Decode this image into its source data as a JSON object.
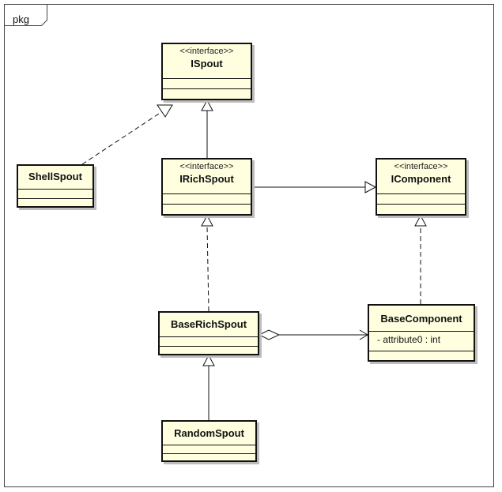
{
  "package": {
    "label": "pkg"
  },
  "classes": {
    "ispout": {
      "stereotype": "<<interface>>",
      "name": "ISpout"
    },
    "irichspout": {
      "stereotype": "<<interface>>",
      "name": "IRichSpout"
    },
    "icomponent": {
      "stereotype": "<<interface>>",
      "name": "IComponent"
    },
    "shellspout": {
      "name": "ShellSpout"
    },
    "baserichspout": {
      "name": "BaseRichSpout"
    },
    "basecomponent": {
      "name": "BaseComponent",
      "attributes": [
        "- attribute0 : int"
      ]
    },
    "randomspout": {
      "name": "RandomSpout"
    }
  },
  "relationships": [
    {
      "from": "ShellSpout",
      "to": "ISpout",
      "kind": "realization"
    },
    {
      "from": "IRichSpout",
      "to": "ISpout",
      "kind": "generalization"
    },
    {
      "from": "IRichSpout",
      "to": "IComponent",
      "kind": "generalization"
    },
    {
      "from": "BaseRichSpout",
      "to": "IRichSpout",
      "kind": "realization"
    },
    {
      "from": "BaseComponent",
      "to": "IComponent",
      "kind": "realization"
    },
    {
      "from": "BaseRichSpout",
      "to": "BaseComponent",
      "kind": "aggregation"
    },
    {
      "from": "RandomSpout",
      "to": "BaseRichSpout",
      "kind": "generalization"
    }
  ]
}
